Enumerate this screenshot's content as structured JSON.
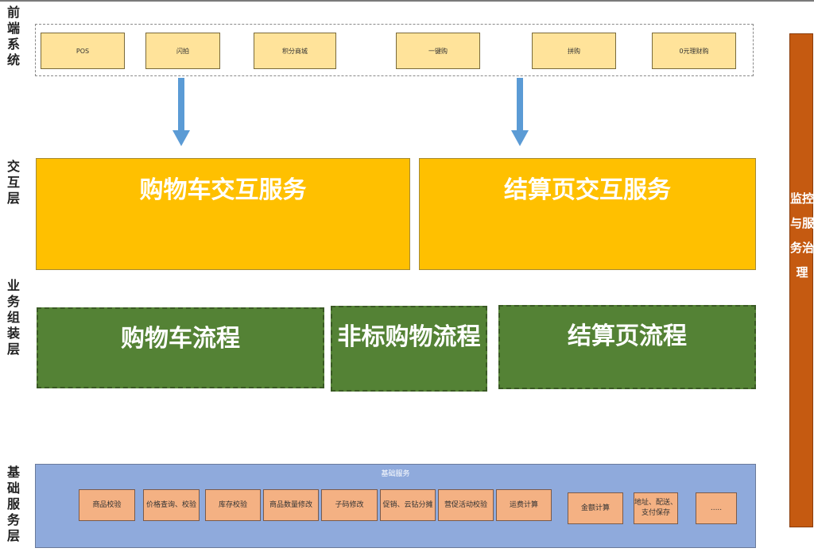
{
  "layers": {
    "frontend": "前端系统",
    "interaction": "交互层",
    "business": "业务组装层",
    "base": "基础服务层"
  },
  "frontend_systems": [
    "POS",
    "闪拍",
    "积分商城",
    "一键购",
    "拼购",
    "0元理财购"
  ],
  "interaction_services": [
    "购物车交互服务",
    "结算页交互服务"
  ],
  "business_flows": [
    "购物车流程",
    "非标购物流程",
    "结算页流程"
  ],
  "base_services": {
    "title": "基础服务",
    "items": [
      "商品校验",
      "价格查询、校验",
      "库存校验",
      "商品数量修改",
      "子码修改",
      "促销、云钻分摊",
      "营促活动校验",
      "运费计算",
      "金额计算",
      "地址、配送、\n支付保存",
      "....."
    ]
  },
  "monitoring": "监控与服务治理",
  "colors": {
    "frontend": "#ffe39a",
    "interaction": "#ffc000",
    "business": "#548235",
    "base": "#8faadc",
    "service": "#f4b183",
    "monitor": "#c55a11",
    "arrow": "#5b9bd5"
  }
}
